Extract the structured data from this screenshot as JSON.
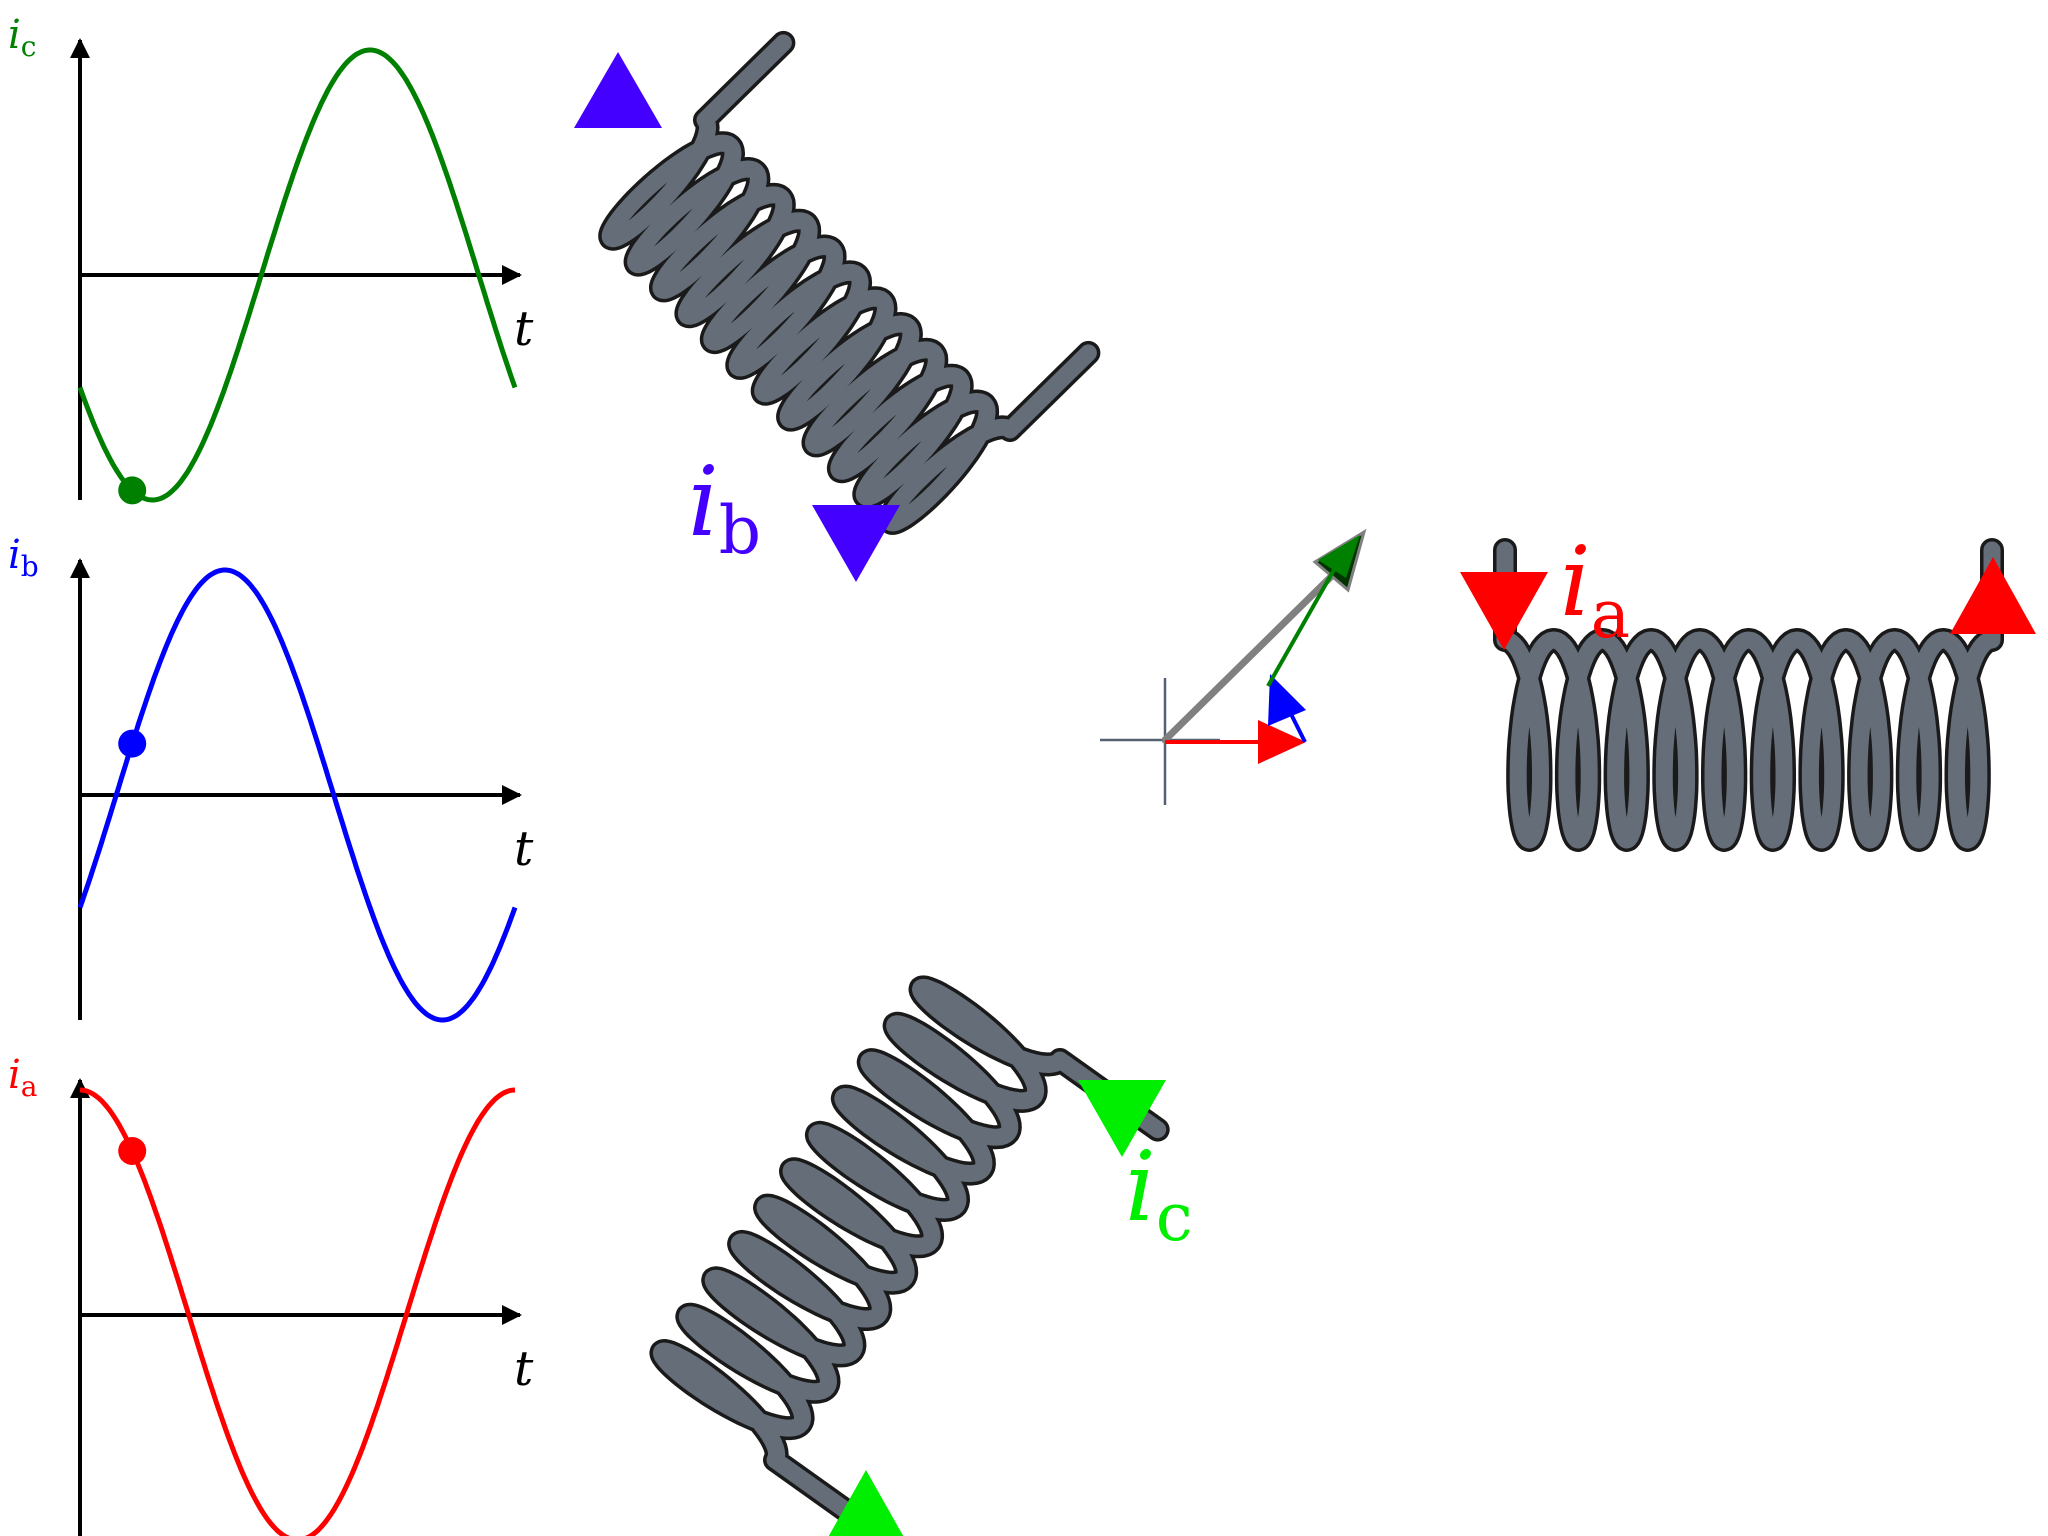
{
  "colors": {
    "phase_a": "#ff0000",
    "phase_b": "#0000ff",
    "phase_c": "#008000",
    "coil_b_arrow": "#4400ff",
    "coil_c_arrow": "#00ee00",
    "coil_fill": "#646d78",
    "coil_outline": "#1a1a1a",
    "axis": "#000000",
    "resultant": "#808080",
    "resultant_head": "#003300",
    "crosshair": "#556070"
  },
  "time_axis_label": "t",
  "sampled_time_fraction": 0.12,
  "plots": [
    {
      "id": "c",
      "symbol": "i",
      "subscript": "c",
      "phase_deg": 120
    },
    {
      "id": "b",
      "symbol": "i",
      "subscript": "b",
      "phase_deg": -120
    },
    {
      "id": "a",
      "symbol": "i",
      "subscript": "a",
      "phase_deg": 0
    }
  ],
  "coils": [
    {
      "id": "a",
      "symbol": "i",
      "subscript": "a",
      "turns": 10
    },
    {
      "id": "b",
      "symbol": "i",
      "subscript": "b",
      "turns": 12
    },
    {
      "id": "c",
      "symbol": "i",
      "subscript": "c",
      "turns": 11
    }
  ]
}
